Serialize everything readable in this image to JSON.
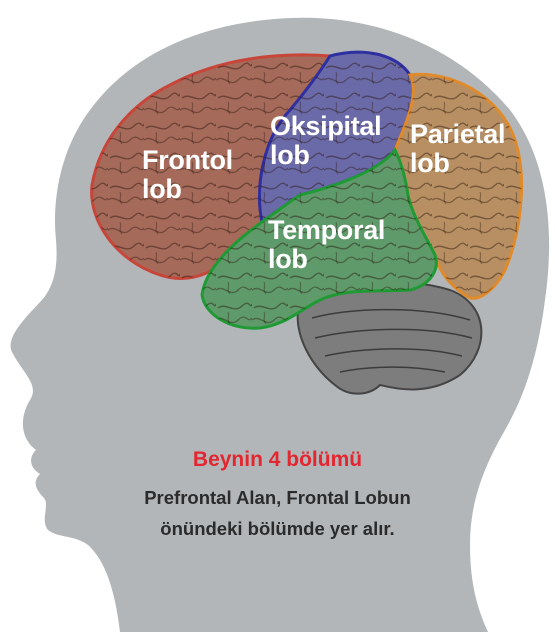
{
  "lobes": {
    "frontal": {
      "line1": "Frontol",
      "line2": "lob",
      "color": "#a56a5a",
      "outline": "#c8453a"
    },
    "occipital": {
      "line1": "Oksipital",
      "line2": "lob",
      "color": "#6b6aa8",
      "outline": "#2e2fa0"
    },
    "parietal": {
      "line1": "Parietal",
      "line2": "lob",
      "color": "#b88f63",
      "outline": "#e08a2a"
    },
    "temporal": {
      "line1": "Temporal",
      "line2": "lob",
      "color": "#5f9a6a",
      "outline": "#1f9a34"
    }
  },
  "caption": {
    "title": "Beynin 4 bölümü",
    "line1": "Prefrontal Alan, Frontal Lobun",
    "line2": "önündeki bölümde yer alır."
  },
  "colors": {
    "head_silhouette": "#b3b6b8",
    "cerebellum": "#7d7d7d",
    "title_red": "#e3262f"
  }
}
